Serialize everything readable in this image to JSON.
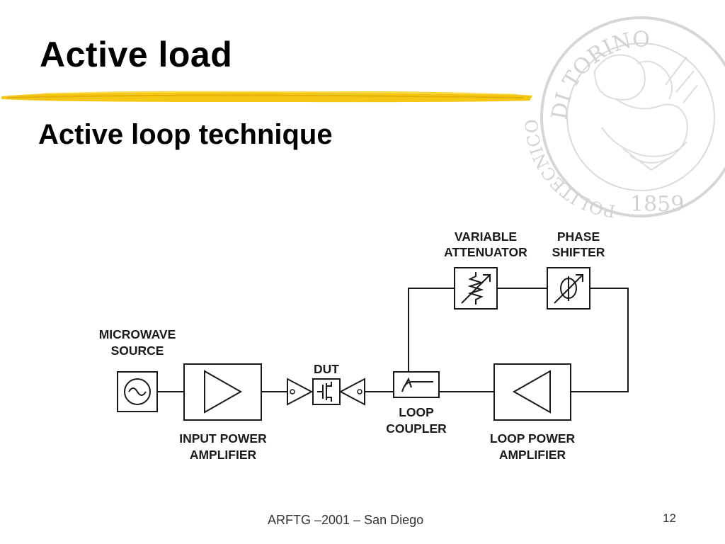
{
  "slide": {
    "title": "Active load",
    "subtitle": "Active loop technique",
    "footer": "ARFTG –2001 – San Diego",
    "page_number": "12"
  },
  "seal": {
    "top_text": "DI TORINO",
    "side_text": "POLITECNICO",
    "year": "1859"
  },
  "diagram": {
    "labels": {
      "microwave_source": [
        "MICROWAVE",
        "SOURCE"
      ],
      "input_amplifier": [
        "INPUT POWER",
        "AMPLIFIER"
      ],
      "dut": "DUT",
      "loop_coupler": [
        "LOOP",
        "COUPLER"
      ],
      "loop_amplifier": [
        "LOOP POWER",
        "AMPLIFIER"
      ],
      "variable_attenuator": [
        "VARIABLE",
        "ATTENUATOR"
      ],
      "phase_shifter": [
        "PHASE",
        "SHIFTER"
      ]
    }
  },
  "colors": {
    "accent_brush": "#f2c200",
    "seal_gray": "#cfcfcf"
  }
}
